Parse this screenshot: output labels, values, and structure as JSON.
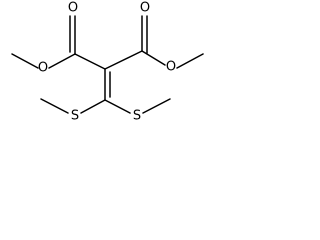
{
  "molecule": {
    "atoms": {
      "o_top_left": "O",
      "o_top_right": "O",
      "o_ester_left": "O",
      "o_ester_right": "O",
      "s_left": "S",
      "s_right": "S"
    }
  }
}
